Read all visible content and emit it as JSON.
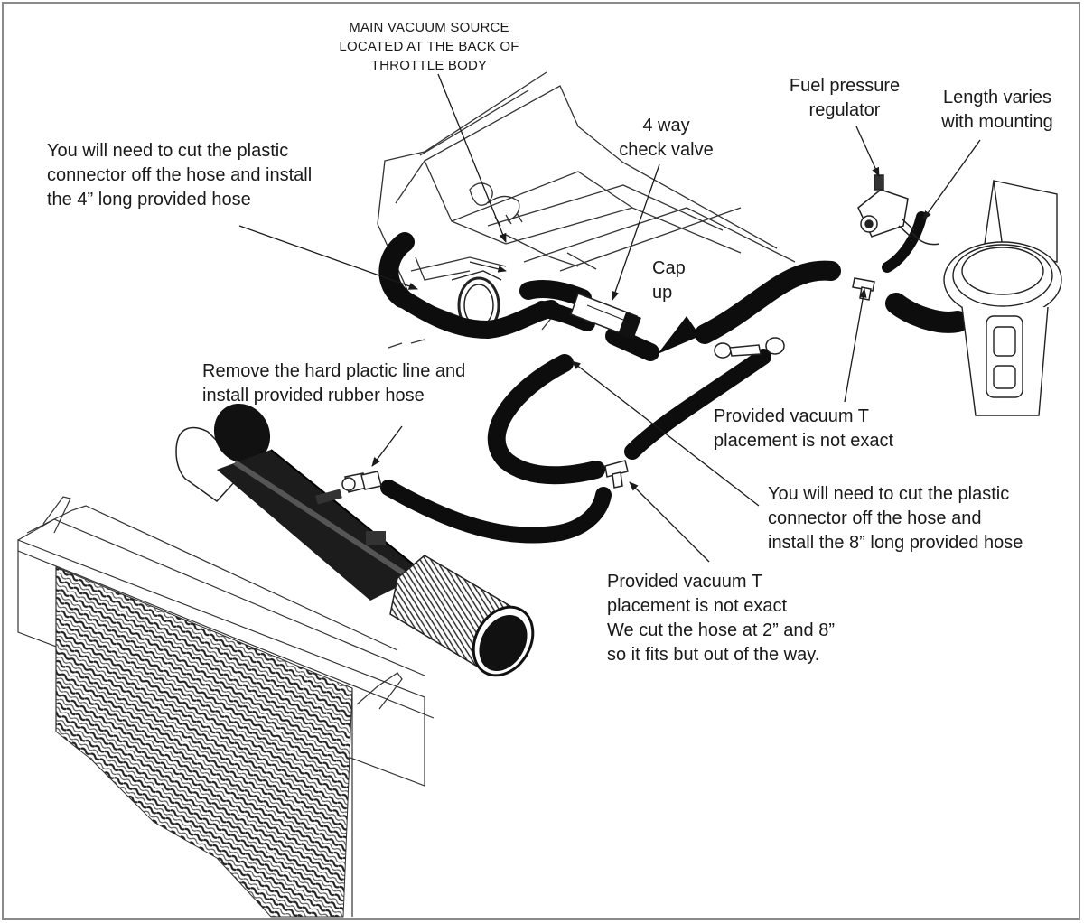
{
  "diagram": {
    "labels": {
      "main_vacuum": [
        "MAIN VACUUM SOURCE",
        "LOCATED AT THE BACK OF",
        "THROTTLE BODY"
      ],
      "cut_4in": [
        "You will need to cut the plastic",
        "connector off the hose and install",
        "the 4” long provided hose"
      ],
      "check_valve": [
        "4 way",
        "check valve"
      ],
      "cap_up": [
        "Cap",
        "up"
      ],
      "fuel_regulator": [
        "Fuel pressure",
        "regulator"
      ],
      "length_varies": [
        "Length varies",
        "with mounting"
      ],
      "remove_hard_line": [
        "Remove the hard plactic line and",
        "install provided rubber hose"
      ],
      "vacuum_t_right": [
        "Provided vacuum T",
        "placement is not exact"
      ],
      "cut_8in": [
        "You will need to cut the plastic",
        "connector off the hose and",
        "install the 8” long provided hose"
      ],
      "vacuum_t_bottom": [
        "Provided vacuum T",
        "placement is not exact",
        "We cut the hose at 2” and 8”",
        "so it fits but out of the way."
      ]
    }
  }
}
